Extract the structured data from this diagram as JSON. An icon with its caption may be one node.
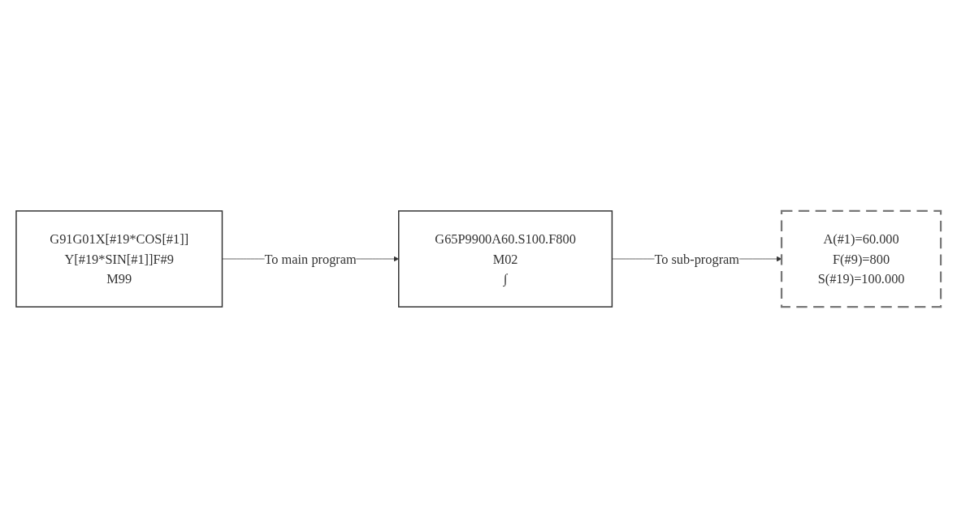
{
  "diagram": {
    "nodes": [
      {
        "text": [
          "G65P9900A60.S100.F800",
          "M02",
          "∫"
        ]
      },
      {
        "text": [
          "A(#1)=60.000",
          "F(#9)=800",
          "S(#19)=100.000"
        ]
      },
      {
        "text": [
          "G91G01X[#19*COS[#1]]",
          "Y[#19*SIN[#1]]F#9",
          "M99"
        ]
      }
    ],
    "edges": [
      {
        "from": 0,
        "to": 1,
        "arrow": "to",
        "label": "To sub-program"
      },
      {
        "from": 2,
        "to": 0,
        "arrow": "to",
        "label": "To main program"
      }
    ]
  }
}
